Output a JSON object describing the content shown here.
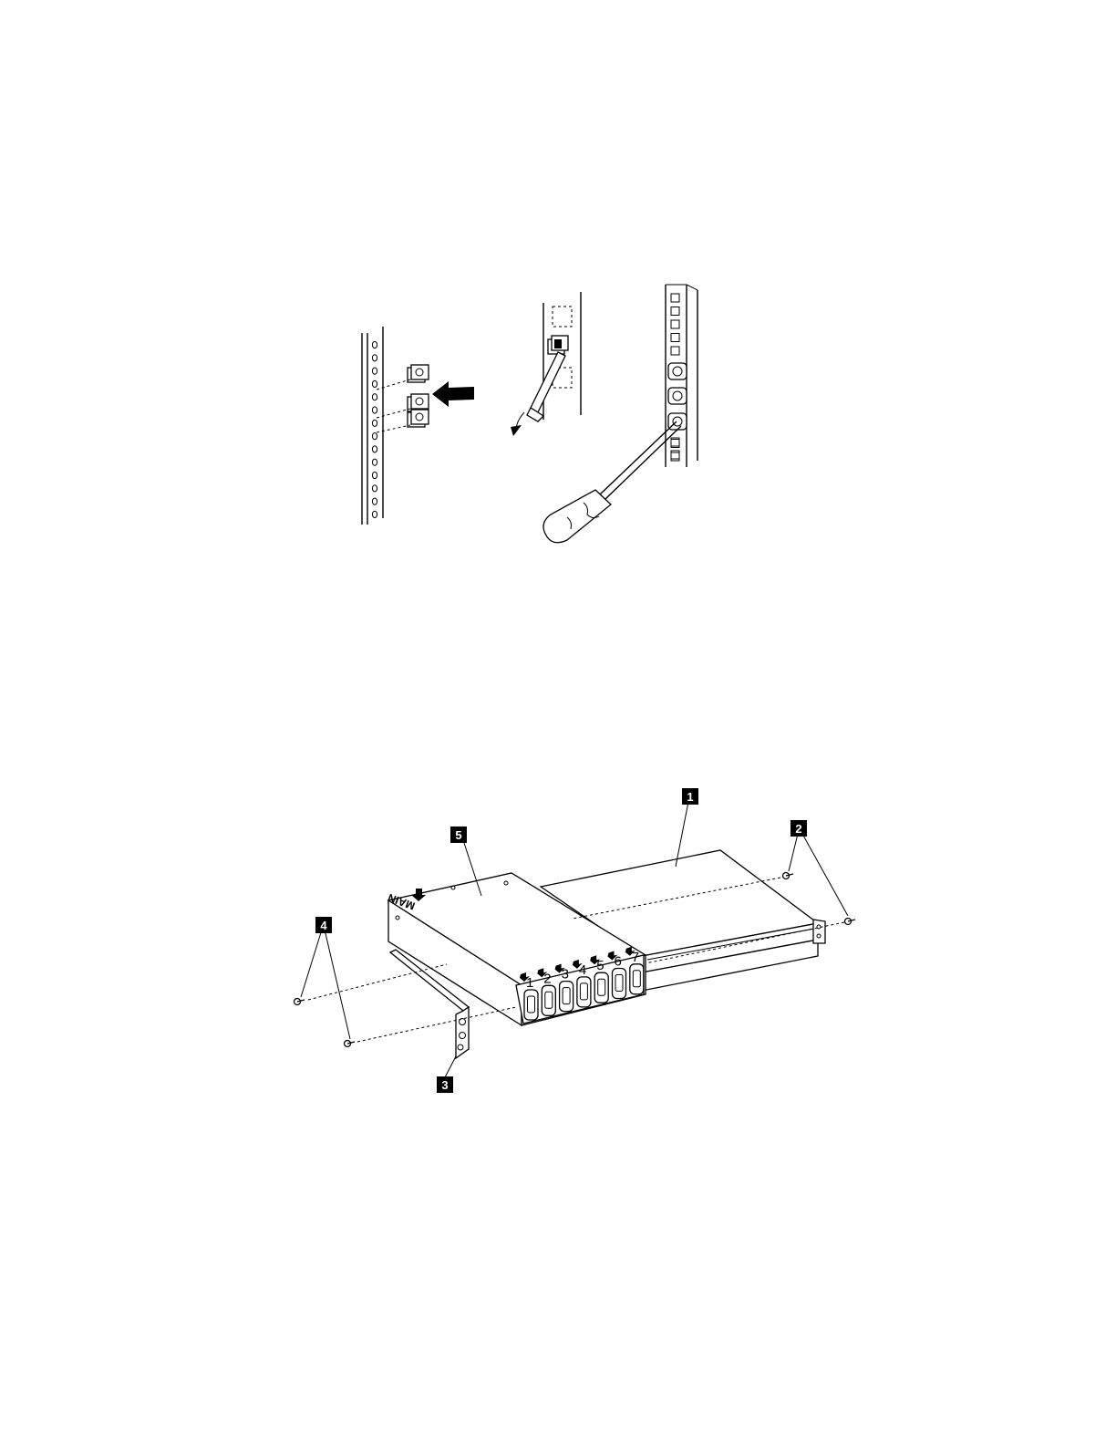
{
  "figure_top": {
    "panels": [
      "rack-cage-nut-insertion",
      "cage-nut-tool-insertion",
      "screwdriver-cage-nut-installation"
    ]
  },
  "figure_bottom": {
    "callouts": [
      {
        "id": "callout-1",
        "label": "1"
      },
      {
        "id": "callout-2",
        "label": "2"
      },
      {
        "id": "callout-3",
        "label": "3"
      },
      {
        "id": "callout-4",
        "label": "4"
      },
      {
        "id": "callout-5",
        "label": "5"
      }
    ],
    "unit_label": "MAIN",
    "outlet_numbers": [
      "1",
      "2",
      "3",
      "4",
      "5",
      "6",
      "7"
    ]
  }
}
